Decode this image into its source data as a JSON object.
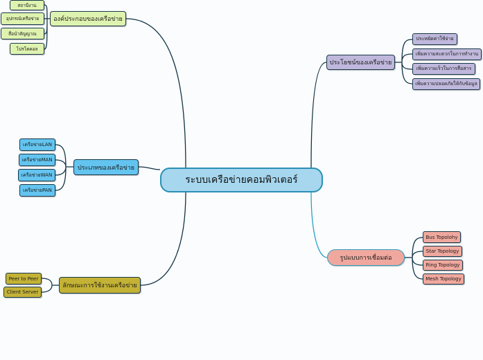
{
  "center": "ระบบเครือข่ายคอมพิวเตอร์",
  "components": {
    "label": "องค์ประกอบของเครือข่าย",
    "items": [
      "สถานีงาน",
      "อุปกรณ์เครือข่าย",
      "สื่อนำสัญญาณ",
      "โปรโตคอล"
    ]
  },
  "benefits": {
    "label": "ประโยชน์ของเครือข่าย",
    "items": [
      "ประหยัดค่าใช้จ่าย",
      "เพิ่มความสะดวกในการทำงาน",
      "เพิ่มความเร็วในการสื่อสาร",
      "เพิ่มความปลอดภัยให้กับข้อมูล"
    ]
  },
  "types": {
    "label": "ประเภทของเครือข่าย",
    "items": [
      "เครือข่ายLAN",
      "เครือข่ายMAN",
      "เครือข่ายWAN",
      "เครือข่ายPAN"
    ]
  },
  "topology": {
    "label": "รูปแบบการเชื่อมต่อ",
    "items": [
      "Bus Topolohy",
      "Star Topology",
      "Ring Topology",
      "Mesh Topology"
    ]
  },
  "usage": {
    "label": "ลักษณะการใช้งานเครือข่าย",
    "items": [
      "Peer to Peer",
      "Client Server"
    ]
  }
}
